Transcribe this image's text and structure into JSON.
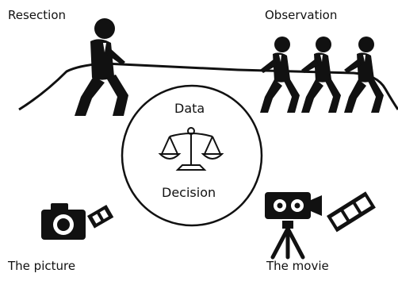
{
  "labels": {
    "left_side": "Resection",
    "right_side": "Observation",
    "bottom_left": "The picture",
    "bottom_right": "The movie"
  },
  "center": {
    "top_word": "Data",
    "bottom_word": "Decision",
    "icon": "balance-scale-icon"
  },
  "icons": {
    "single_figure": "person-pulling-rope-icon",
    "team_figures": "three-people-pulling-rope-icon",
    "photo": "camera-with-film-icon",
    "movie": "movie-camera-on-tripod-with-film-icon"
  },
  "colors": {
    "ink": "#111111",
    "background": "#ffffff"
  }
}
